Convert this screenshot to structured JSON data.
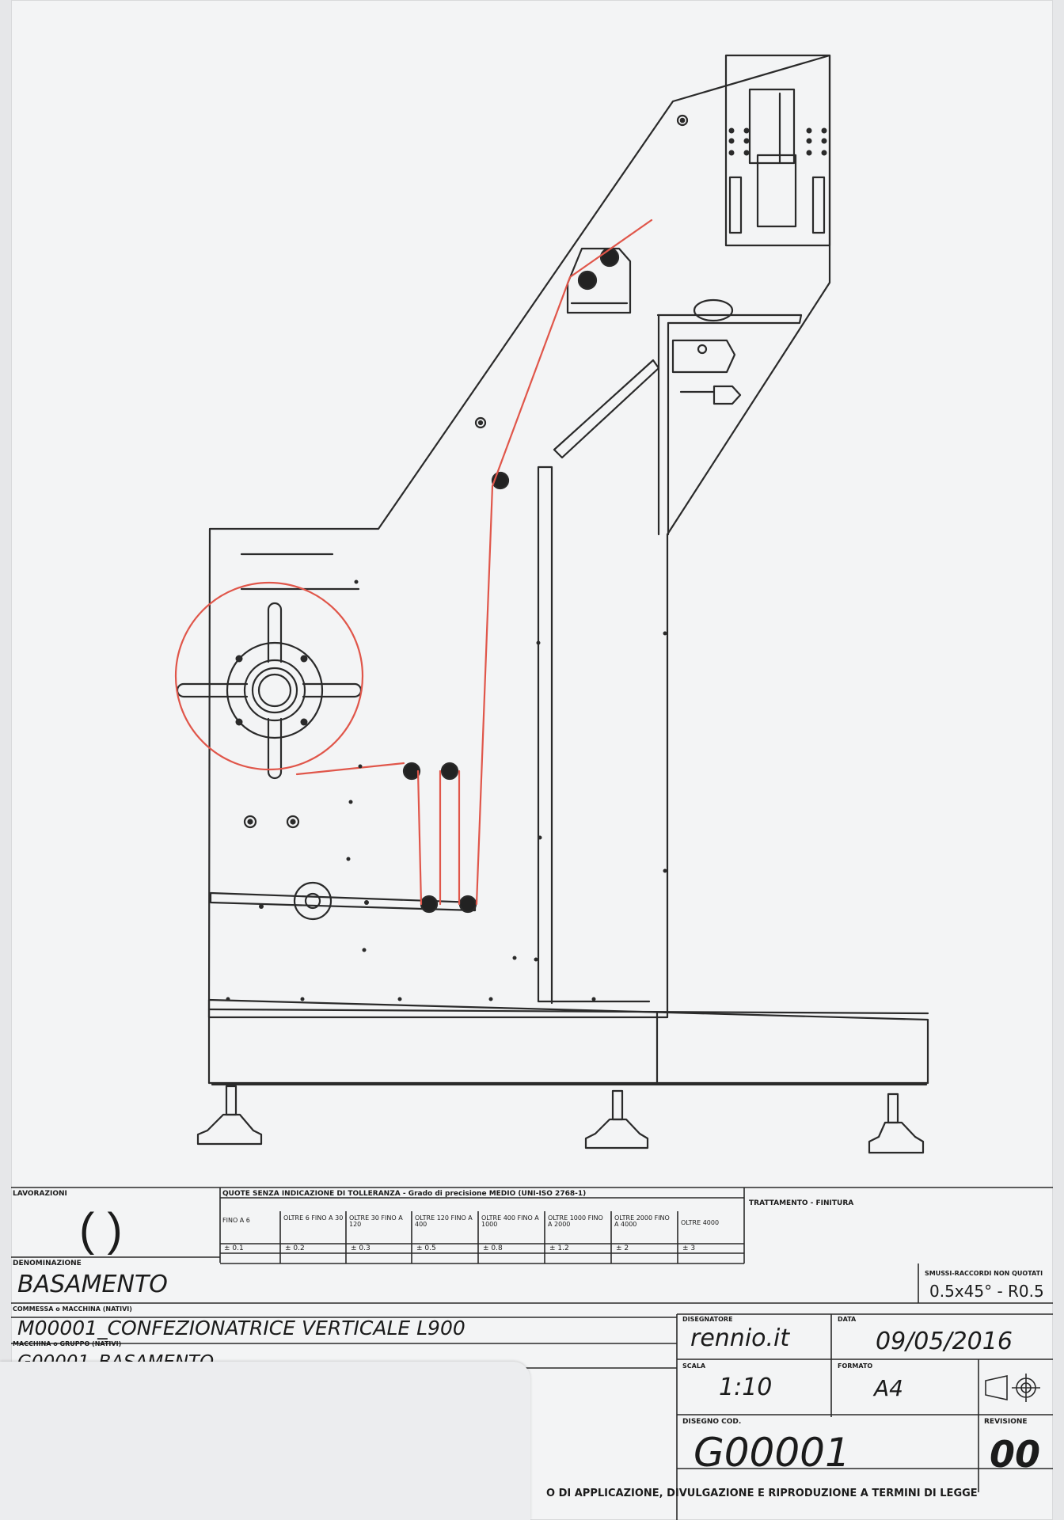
{
  "title_block": {
    "lavorazioni_label": "LAVORAZIONI",
    "brackets": "(        )",
    "tolerance_title": "QUOTE SENZA INDICAZIONE DI TOLLERANZA - Grado di precisione MEDIO (UNI-ISO 2768-1)",
    "tolerance_ranges": [
      "FINO A 6",
      "OLTRE 6 FINO A 30",
      "OLTRE 30 FINO A 120",
      "OLTRE 120 FINO A 400",
      "OLTRE 400 FINO A 1000",
      "OLTRE 1000 FINO A 2000",
      "OLTRE 2000 FINO A 4000",
      "OLTRE 4000"
    ],
    "tolerance_values": [
      "± 0.1",
      "± 0.2",
      "± 0.3",
      "± 0.5",
      "± 0.8",
      "± 1.2",
      "± 2",
      "± 3"
    ],
    "trattamento_label": "TRATTAMENTO - FINITURA",
    "denominazione_label": "DENOMINAZIONE",
    "denominazione": "BASAMENTO",
    "smussi_label": "SMUSSI-RACCORDI NON QUOTATI",
    "smussi_value": "0.5x45° - R0.5",
    "commessa_label": "COMMESSA o MACCHINA (NATIVI)",
    "commessa": "M00001_CONFEZIONATRICE VERTICALE L900",
    "macchina_label": "MACCHINA o GRUPPO (NATIVI)",
    "macchina": "G00001_BASAMENTO",
    "disegnatore_label": "DISEGNATORE",
    "disegnatore": "rennio.it",
    "data_label": "DATA",
    "data": "09/05/2016",
    "scala_label": "SCALA",
    "scala": "1:10",
    "formato_label": "FORMATO",
    "formato": "A4",
    "disegno_label": "DISEGNO COD.",
    "disegno": "G00001",
    "revisione_label": "REVISIONE",
    "revisione": "00",
    "footer": "O DI APPLICAZIONE, DIVULGAZIONE E RIPRODUZIONE A TERMINI DI LEGGE"
  },
  "colors": {
    "line": "#2a2a2a",
    "film_path": "#e0564a",
    "paper": "#f3f4f5"
  },
  "icons": [
    "projection-symbol-icon"
  ]
}
